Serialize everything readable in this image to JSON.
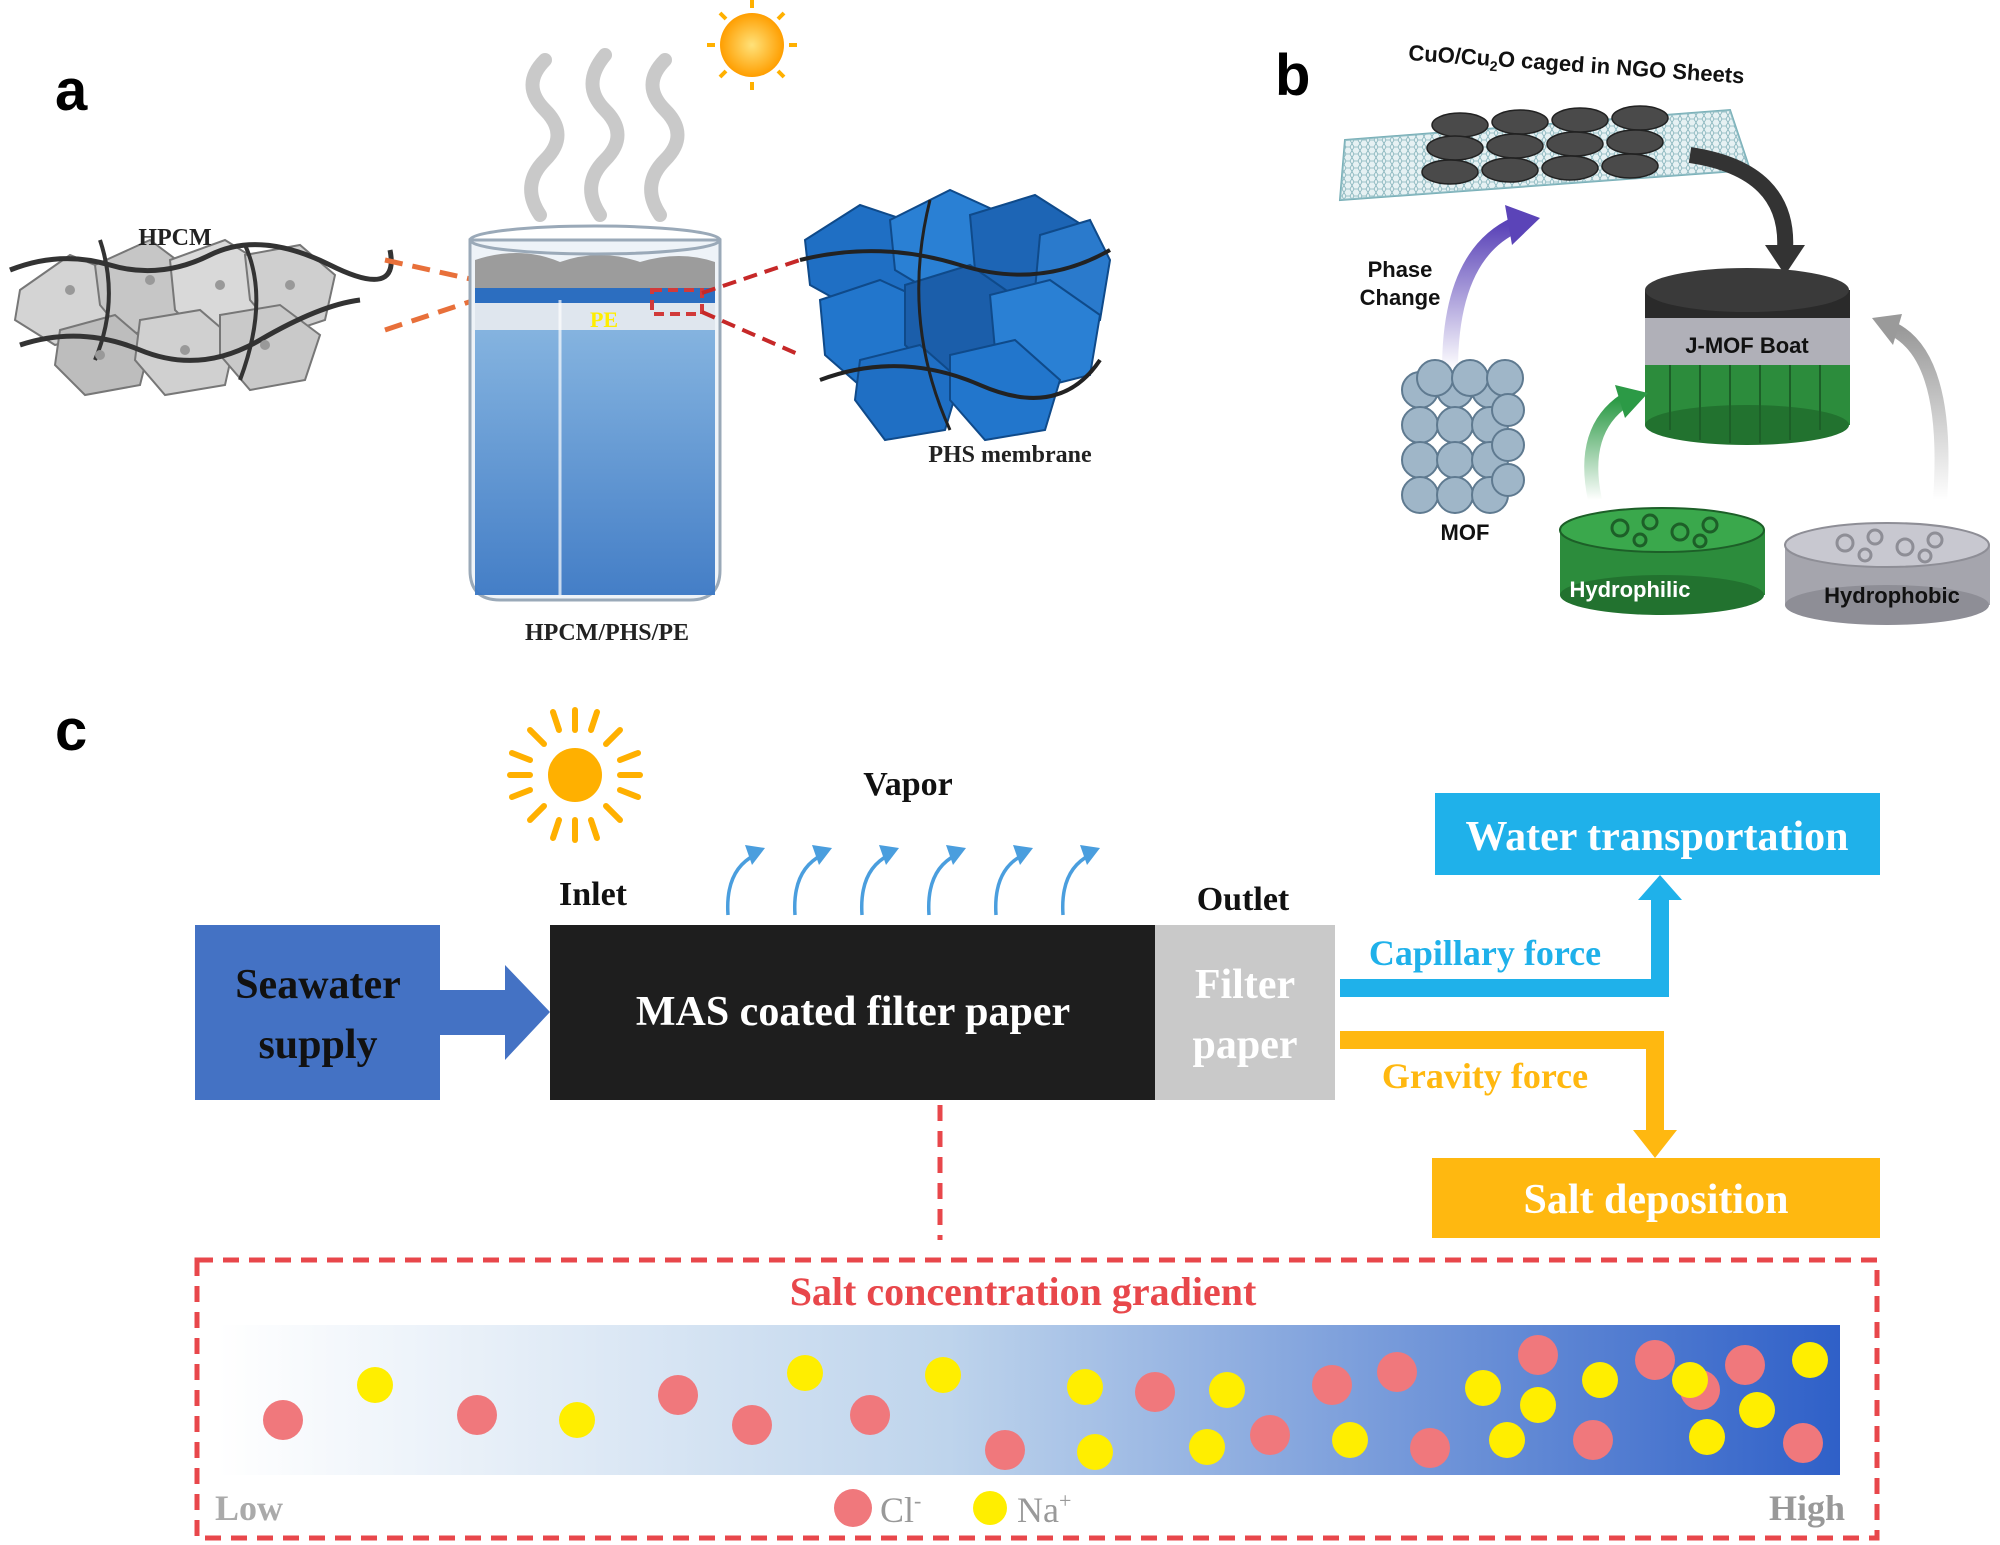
{
  "panel_a": {
    "letter": "a",
    "hpcm_label": "HPCM",
    "pe_label": "PE",
    "phs_label": "PHS membrane",
    "composite_label": "HPCM/PHS/PE"
  },
  "panel_b": {
    "letter": "b",
    "sheet_label_prefix": "CuO/Cu",
    "sheet_label_sub": "2",
    "sheet_label_suffix": "O caged in NGO Sheets",
    "phase_label_1": "Phase",
    "phase_label_2": "Change",
    "boat_label": "J-MOF Boat",
    "mof_label": "MOF",
    "hydrophilic_label": "Hydrophilic",
    "hydrophobic_label": "Hydrophobic"
  },
  "panel_c": {
    "letter": "c",
    "vapor_label": "Vapor",
    "inlet_label": "Inlet",
    "outlet_label": "Outlet",
    "seawater_line1": "Seawater",
    "seawater_line2": "supply",
    "mas_label": "MAS coated filter paper",
    "filter_line1": "Filter",
    "filter_line2": "paper",
    "water_transport_label": "Water transportation",
    "capillary_label": "Capillary  force",
    "gravity_label": "Gravity  force",
    "salt_deposition_label": "Salt deposition",
    "gradient_title": "Salt concentration gradient",
    "low_label": "Low",
    "high_label": "High",
    "cl_label": "Cl",
    "cl_sup": "-",
    "na_label": "Na",
    "na_sup": "+"
  },
  "colors": {
    "seawater_blue": "#4472c4",
    "water_blue": "#1fb1ea",
    "gravity_orange": "#ffb810",
    "salt_red": "#f0787c",
    "na_yellow": "#ffee00",
    "dashed_red": "#e8474b"
  }
}
